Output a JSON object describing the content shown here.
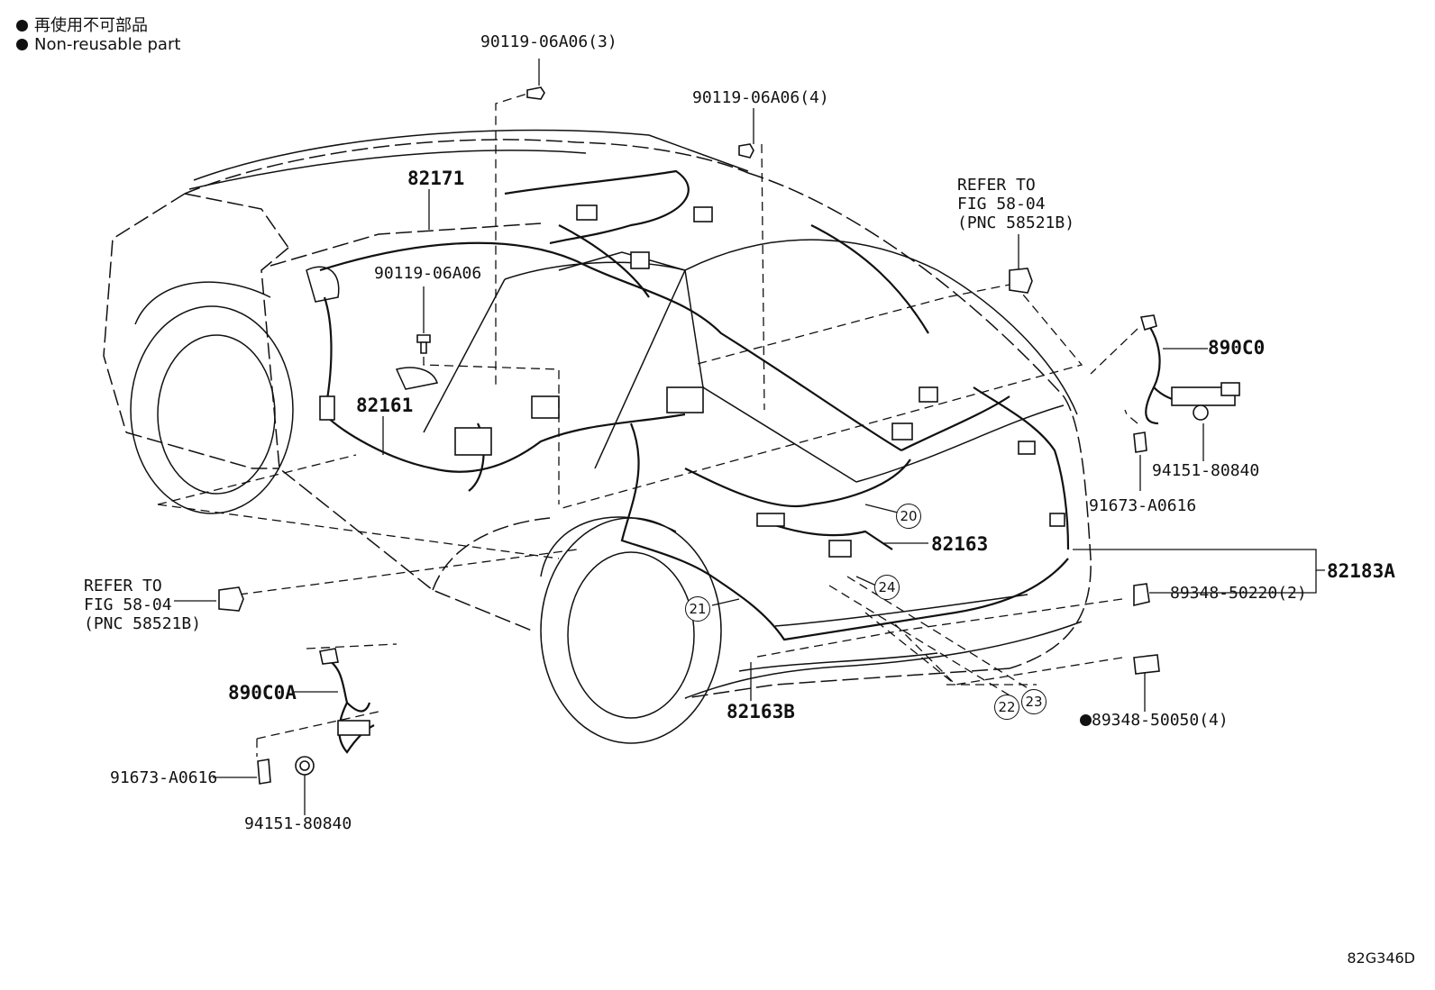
{
  "legend": [
    {
      "text": "再使用不可部品"
    },
    {
      "text": "Non-reusable part"
    }
  ],
  "labels": {
    "screw_top_3": "90119-06A06(3)",
    "screw_top_4": "90119-06A06(4)",
    "screw_mid": "90119-06A06",
    "harness_82171": "82171",
    "harness_82161": "82161",
    "harness_82163": "82163",
    "harness_82163b": "82163B",
    "harness_82183a": "82183A",
    "sensor_890c0": "890C0",
    "sensor_890c0a": "890C0A",
    "bolt_right": "91673-A0616",
    "bolt_left": "91673-A0616",
    "grommet_right": "94151-80840",
    "grommet_left": "94151-80840",
    "clamp_50220": "89348-50220(2)",
    "clamp_50050": "89348-50050(4)"
  },
  "refer_right": [
    "REFER TO",
    "FIG 58-04",
    "(PNC 58521B)"
  ],
  "refer_left": [
    "REFER TO",
    "FIG 58-04",
    "(PNC 58521B)"
  ],
  "callouts": [
    "20",
    "21",
    "22",
    "23",
    "24"
  ],
  "figure_id": "82G346D"
}
